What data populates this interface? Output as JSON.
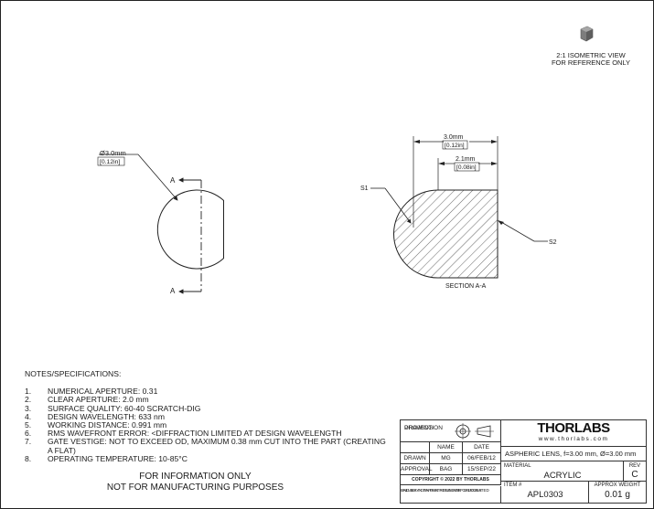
{
  "drawing": {
    "left_dim": {
      "diameter": "Ø3.0mm",
      "diameter_in": "[0.12in]"
    },
    "section_labels": {
      "top": "A",
      "bottom": "A"
    },
    "section_view": {
      "overall": "3.0mm",
      "overall_in": "[0.12in]",
      "thickness": "2.1mm",
      "thickness_in": "[0.08in]",
      "surface1": "S1",
      "surface2": "S2",
      "caption": "SECTION A-A"
    },
    "iso_caption_1": "2:1 ISOMETRIC VIEW",
    "iso_caption_2": "FOR REFERENCE ONLY"
  },
  "notes": {
    "header": "NOTES/SPECIFICATIONS:",
    "items": [
      {
        "num": "1.",
        "text": "NUMERICAL APERTURE: 0.31"
      },
      {
        "num": "2.",
        "text": "CLEAR APERTURE: 2.0 mm"
      },
      {
        "num": "3.",
        "text": "SURFACE QUALITY: 60-40 SCRATCH-DIG"
      },
      {
        "num": "4.",
        "text": "DESIGN WAVELENGTH: 633 nm"
      },
      {
        "num": "5.",
        "text": "WORKING DISTANCE: 0.991 mm"
      },
      {
        "num": "6.",
        "text": "RMS WAVEFRONT ERROR: <DIFFRACTION LIMITED AT DESIGN WAVELENGTH"
      },
      {
        "num": "7.",
        "text": "GATE VESTIGE: NOT TO EXCEED OD, MAXIMUM 0.38 mm CUT INTO THE PART (CREATING A FLAT)"
      },
      {
        "num": "8.",
        "text": "OPERATING TEMPERATURE: 10-85°C"
      }
    ],
    "disclaimer_1": "FOR INFORMATION ONLY",
    "disclaimer_2": "NOT FOR MANUFACTURING PURPOSES"
  },
  "title_block": {
    "projection_1": "DRAWING",
    "projection_2": "PROJECTION",
    "name_hdr": "NAME",
    "date_hdr": "DATE",
    "drawn_lbl": "DRAWN",
    "drawn_name": "MG",
    "drawn_date": "06/FEB/12",
    "approval_lbl": "APPROVAL",
    "approval_name": "BAG",
    "approval_date": "15/SEP/22",
    "copyright": "COPYRIGHT © 2022 BY THORLABS",
    "values_note_1": "VALUES IN PARENTHESIS ARE CALCULATED",
    "values_note_2": "AND MAY CONTAIN ROUNDOFF ERRORS",
    "logo": "THORLABS",
    "website": "www.thorlabs.com",
    "description": "ASPHERIC LENS, f=3.00 mm, Ø=3.00 mm",
    "material_lbl": "MATERIAL",
    "material": "ACRYLIC",
    "rev_lbl": "REV",
    "rev": "C",
    "item_lbl": "ITEM #",
    "item": "APL0303",
    "weight_lbl": "APPROX WEIGHT",
    "weight": "0.01 g"
  }
}
